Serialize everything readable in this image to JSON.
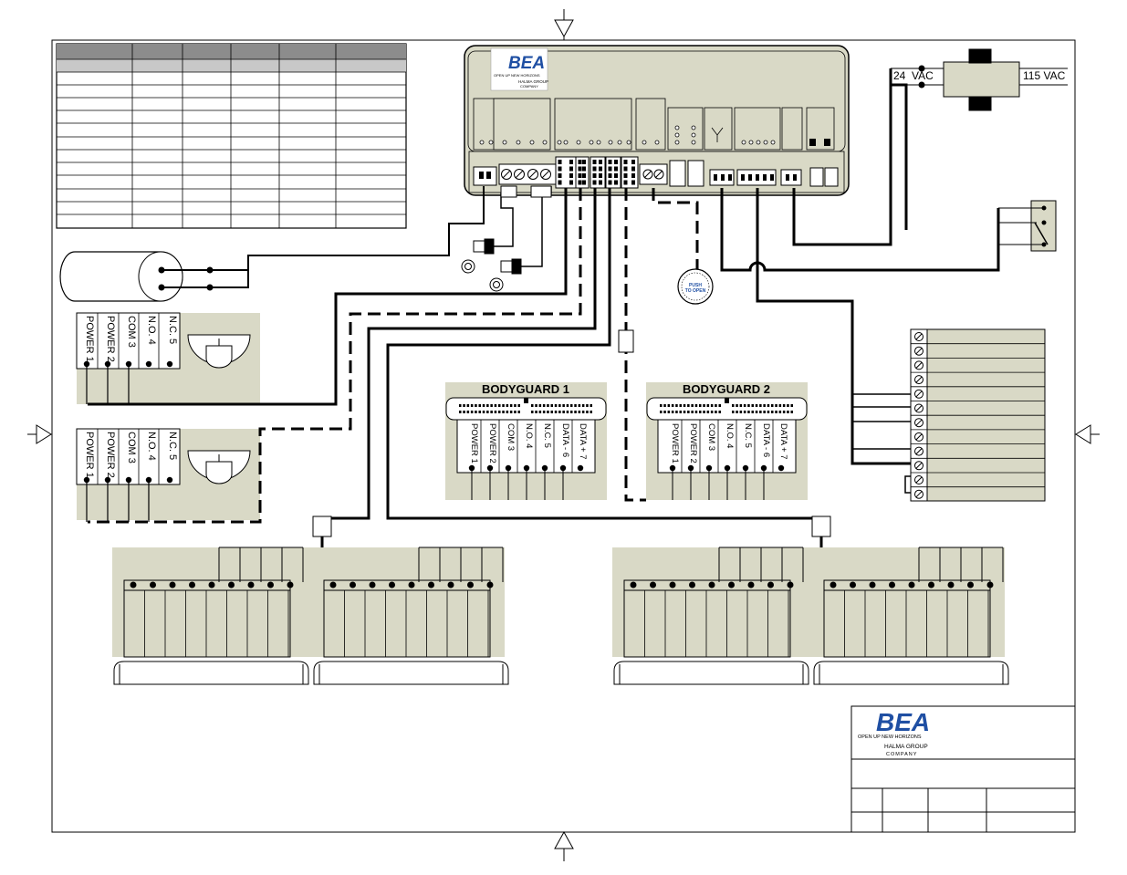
{
  "brand": {
    "logo_text": "BEA",
    "tagline": "OPEN UP NEW HORIZONS",
    "group_line1": "HALMA GROUP",
    "group_line2": "COMPANY"
  },
  "transformer": {
    "secondary_label": "24  VAC",
    "primary_label": "115 VAC"
  },
  "push_button": {
    "line1": "PUSH",
    "line2": "TO OPEN"
  },
  "bodyguards": [
    {
      "title": "BODYGUARD 1",
      "terminals": [
        "POWER 1",
        "POWER 2",
        "COM 3",
        "N.O. 4",
        "N.C. 5",
        "DATA - 6",
        "DATA + 7"
      ]
    },
    {
      "title": "BODYGUARD 2",
      "terminals": [
        "POWER 1",
        "POWER 2",
        "COM 3",
        "N.O. 4",
        "N.C. 5",
        "DATA - 6",
        "DATA + 7"
      ]
    }
  ],
  "sensors": [
    {
      "terminals": [
        "POWER 1",
        "POWER 2",
        "COM 3",
        "N.O. 4",
        "N.C. 5"
      ]
    },
    {
      "terminals": [
        "POWER 1",
        "POWER 2",
        "COM 3",
        "N.O. 4",
        "N.C. 5"
      ]
    }
  ],
  "colors": {
    "panel_fill": "#d9d9c6",
    "line": "#000000",
    "accent_blue": "#1f4fa3"
  }
}
